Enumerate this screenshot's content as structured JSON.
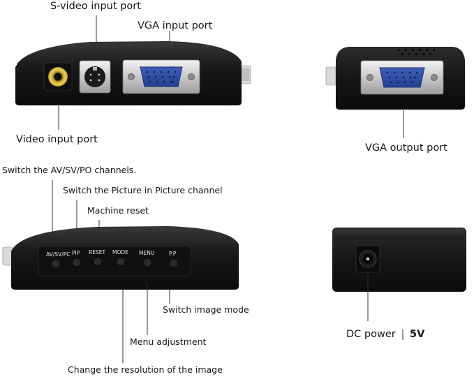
{
  "labels": {
    "svideo": "S-video input port",
    "vga_in": "VGA input port",
    "video_in": "Video input port",
    "vga_out": "VGA output port",
    "switch_av": "Switch the AV/SV/PO channels.",
    "switch_pip": "Switch the Picture in Picture channel",
    "machine_reset": "Machine reset",
    "switch_mode": "Switch image mode",
    "menu_adjust": "Menu adjustment",
    "change_res": "Change the resolution of the image",
    "dc_power": "DC power",
    "voltage": "5V"
  },
  "buttons": {
    "avsvpc": "AV/SV/PC",
    "pip": "PIP",
    "reset": "RESET",
    "mode": "MODE",
    "menu": "MENU",
    "pp": "P.P"
  }
}
